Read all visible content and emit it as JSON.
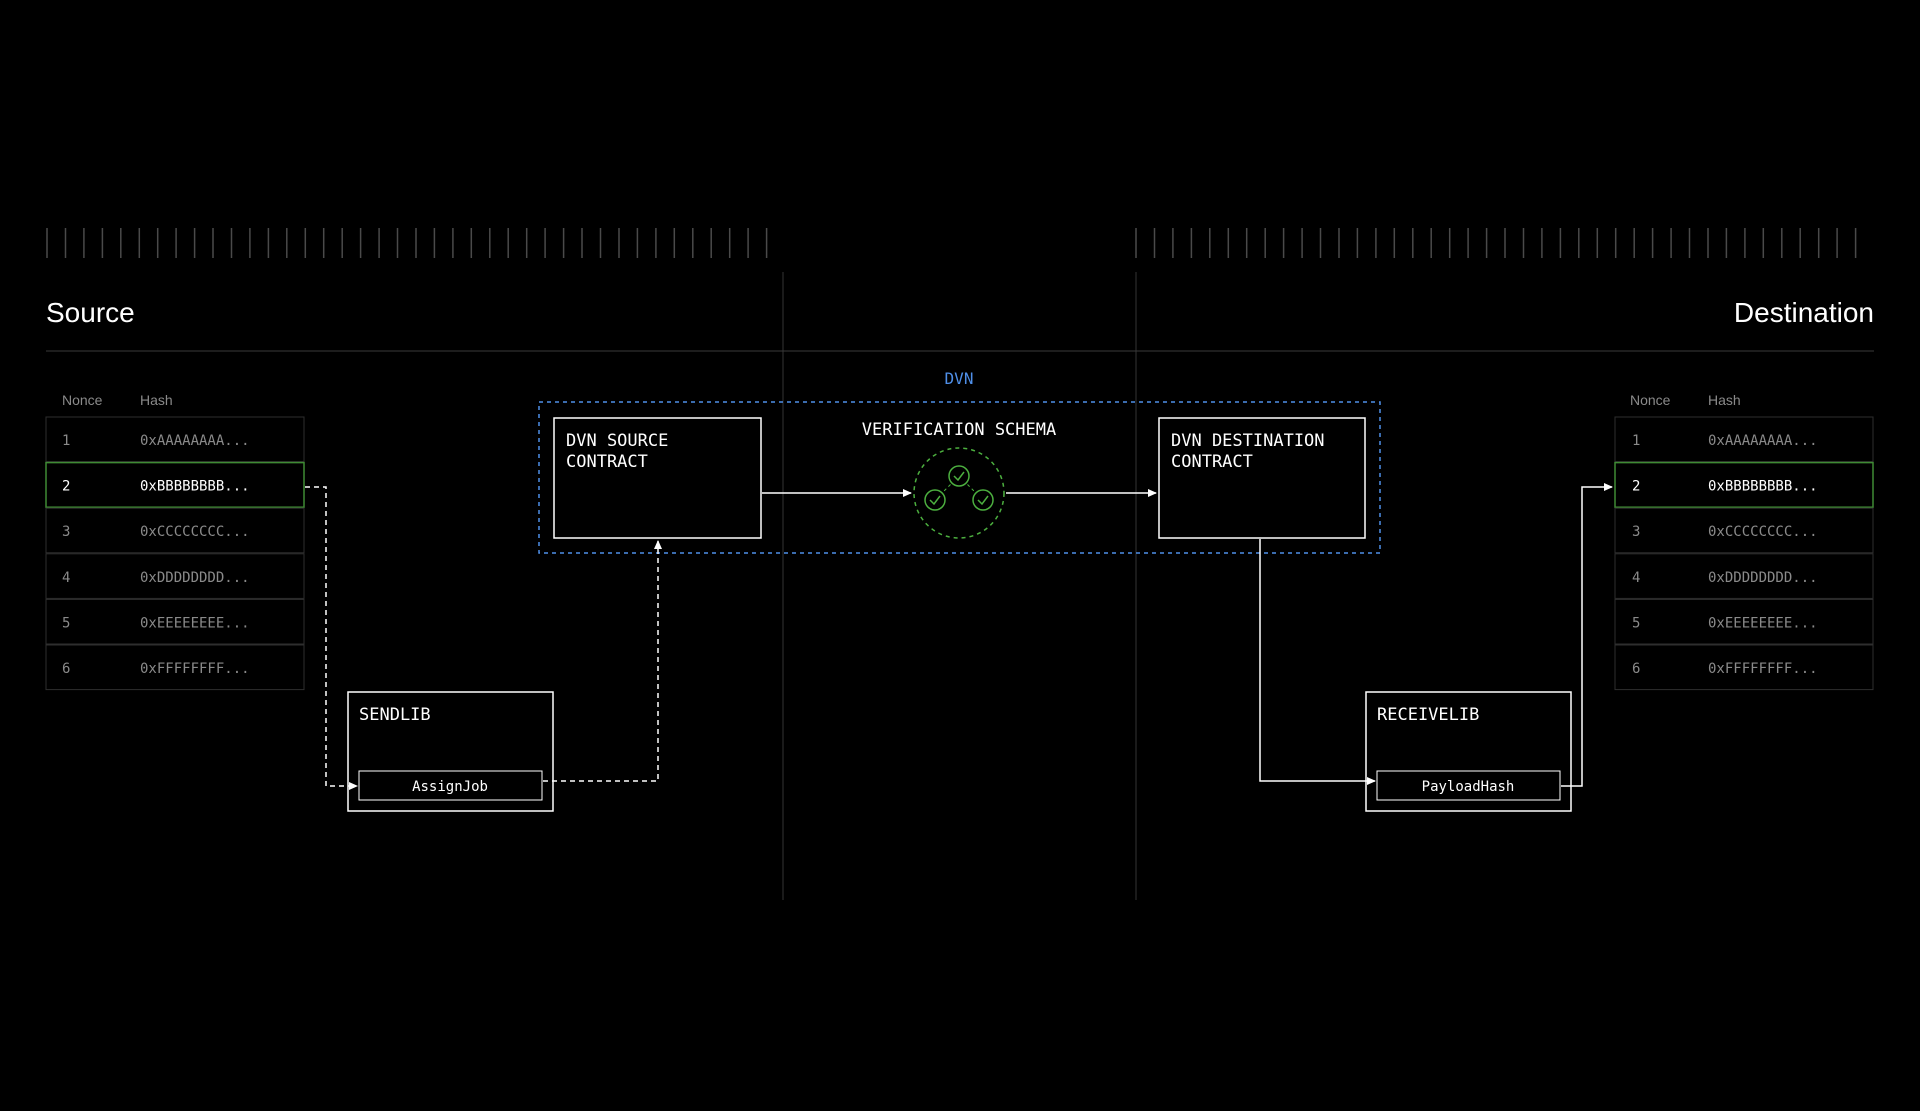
{
  "headings": {
    "source": "Source",
    "destination": "Destination"
  },
  "source_table": {
    "headers": {
      "nonce": "Nonce",
      "hash": "Hash"
    },
    "highlighted_nonce": "2",
    "rows": [
      {
        "nonce": "1",
        "hash": "0xAAAAAAAA..."
      },
      {
        "nonce": "2",
        "hash": "0xBBBBBBBB..."
      },
      {
        "nonce": "3",
        "hash": "0xCCCCCCCC..."
      },
      {
        "nonce": "4",
        "hash": "0xDDDDDDDD..."
      },
      {
        "nonce": "5",
        "hash": "0xEEEEEEEE..."
      },
      {
        "nonce": "6",
        "hash": "0xFFFFFFFF..."
      }
    ]
  },
  "destination_table": {
    "headers": {
      "nonce": "Nonce",
      "hash": "Hash"
    },
    "highlighted_nonce": "2",
    "rows": [
      {
        "nonce": "1",
        "hash": "0xAAAAAAAA..."
      },
      {
        "nonce": "2",
        "hash": "0xBBBBBBBB..."
      },
      {
        "nonce": "3",
        "hash": "0xCCCCCCCC..."
      },
      {
        "nonce": "4",
        "hash": "0xDDDDDDDD..."
      },
      {
        "nonce": "5",
        "hash": "0xEEEEEEEE..."
      },
      {
        "nonce": "6",
        "hash": "0xFFFFFFFF..."
      }
    ]
  },
  "dvn": {
    "label": "DVN",
    "source_contract": {
      "line1": "DVN SOURCE",
      "line2": "CONTRACT"
    },
    "verification_schema": "VERIFICATION SCHEMA",
    "destination_contract": {
      "line1": "DVN DESTINATION",
      "line2": "CONTRACT"
    }
  },
  "sendlib": {
    "title": "SENDLIB",
    "function": "AssignJob"
  },
  "receivelib": {
    "title": "RECEIVELIB",
    "function": "PayloadHash"
  },
  "colors": {
    "background": "#000000",
    "highlight_green": "#3f8a34",
    "check_green": "#4caf3f",
    "dvn_blue": "#4f8fe8",
    "row_border": "#2e2e2e",
    "tick": "#4a4a4a",
    "divider": "#333333"
  },
  "icons": [
    "check-icon",
    "check-icon",
    "check-icon"
  ]
}
